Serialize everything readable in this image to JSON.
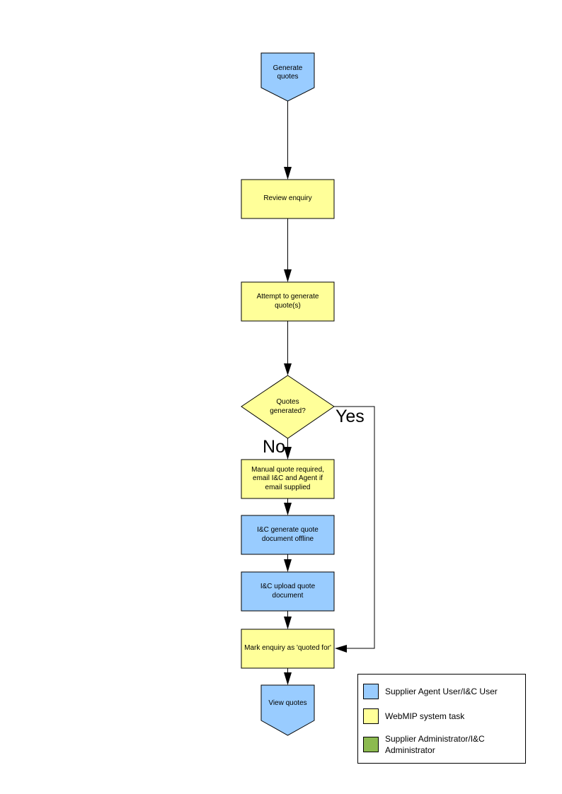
{
  "colors": {
    "agent_user_blue": "#99CCFF",
    "system_task_yellow": "#FFFF99",
    "administrator_green": "#8CBA50",
    "line_black": "#000000"
  },
  "nodes": {
    "generate_quotes": {
      "label": "Generate quotes",
      "type": "start",
      "role_color": "#99CCFF"
    },
    "review_enquiry": {
      "label": "Review enquiry",
      "type": "process",
      "role_color": "#FFFF99"
    },
    "attempt_generate": {
      "label": "Attempt to generate quote(s)",
      "type": "process",
      "role_color": "#FFFF99"
    },
    "quotes_generated": {
      "label": "Quotes generated?",
      "type": "decision",
      "role_color": "#FFFF99"
    },
    "manual_quote": {
      "label": "Manual quote required, email I&C and Agent if email supplied",
      "type": "process",
      "role_color": "#FFFF99"
    },
    "ic_generate_offline": {
      "label": "I&C generate quote document offline",
      "type": "process",
      "role_color": "#99CCFF"
    },
    "ic_upload": {
      "label": "I&C upload quote document",
      "type": "process",
      "role_color": "#99CCFF"
    },
    "mark_enquiry": {
      "label": "Mark enquiry as 'quoted for'",
      "type": "process",
      "role_color": "#FFFF99"
    },
    "view_quotes": {
      "label": "View quotes",
      "type": "end",
      "role_color": "#99CCFF"
    }
  },
  "branch_labels": {
    "yes": "Yes",
    "no": "No"
  },
  "legend": {
    "items": [
      {
        "label": "Supplier Agent User/I&C User",
        "color": "#99CCFF"
      },
      {
        "label": "WebMIP system task",
        "color": "#FFFF99"
      },
      {
        "label": "Supplier Administrator/I&C Administrator",
        "color": "#8CBA50"
      }
    ]
  }
}
